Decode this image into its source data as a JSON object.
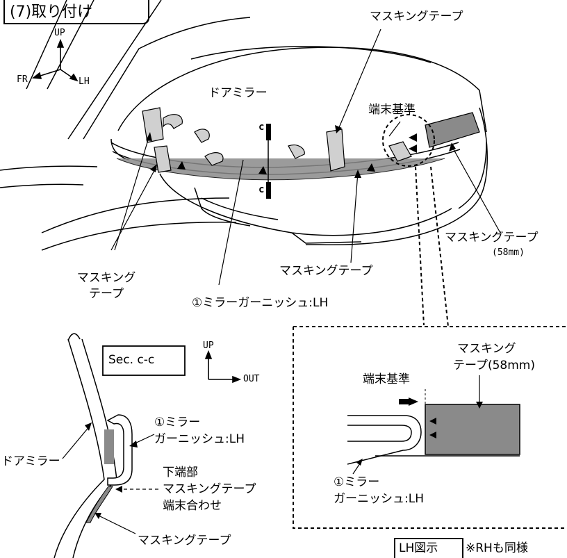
{
  "section": {
    "title": "(7)取り付け"
  },
  "main_view": {
    "axis": {
      "up": "UP",
      "fr": "FR",
      "lh": "LH"
    },
    "door_mirror": "ドアミラー",
    "end_reference": "端末基準",
    "masking_tape_top": "マスキングテープ",
    "masking_tape_right": "マスキングテープ",
    "masking_tape_right_size": "(58mm)",
    "masking_tape_bottom": "マスキングテープ",
    "masking_tape_left_line1": "マスキング",
    "masking_tape_left_line2": "テープ",
    "garnish": "①ミラーガーニッシュ:LH",
    "section_marker": "c"
  },
  "section_view": {
    "title": "Sec. c-c",
    "axis": {
      "up": "UP",
      "out": "OUT"
    },
    "door_mirror": "ドアミラー",
    "garnish_line1": "①ミラー",
    "garnish_line2": "ガーニッシュ:LH",
    "lower_end_line1": "下端部",
    "lower_end_line2": "マスキングテープ",
    "lower_end_line3": "端末合わせ",
    "masking_tape": "マスキングテープ"
  },
  "detail_view": {
    "masking_tape_line1": "マスキング",
    "masking_tape_line2": "テープ(58mm)",
    "end_reference": "端末基準",
    "garnish_line1": "①ミラー",
    "garnish_line2": "ガーニッシュ:LH"
  },
  "footer": {
    "lh_figure": "LH図示",
    "rh_note": "※RHも同様"
  }
}
